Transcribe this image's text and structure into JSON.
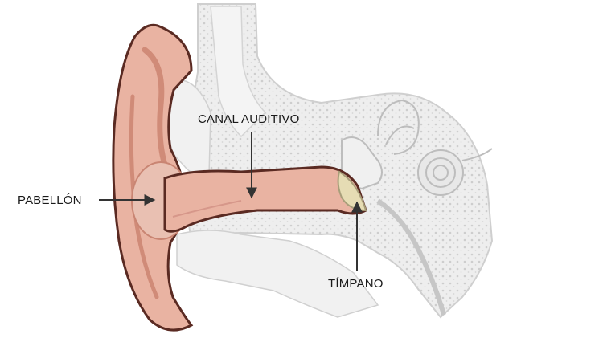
{
  "labels": {
    "pinna": "PABELLÓN",
    "ear_canal": "CANAL AUDITIVO",
    "eardrum": "TÍMPANO"
  },
  "colors": {
    "skin": "#e9b3a2",
    "skin_dark": "#d08b78",
    "skin_outline": "#5a2a22",
    "bone": "#ececec",
    "bone_outline": "#cfcfcf",
    "bone_dots": "#c9c9c9",
    "eardrum": "#e6dcb4",
    "arrow": "#333333",
    "text": "#1a1a1a"
  }
}
